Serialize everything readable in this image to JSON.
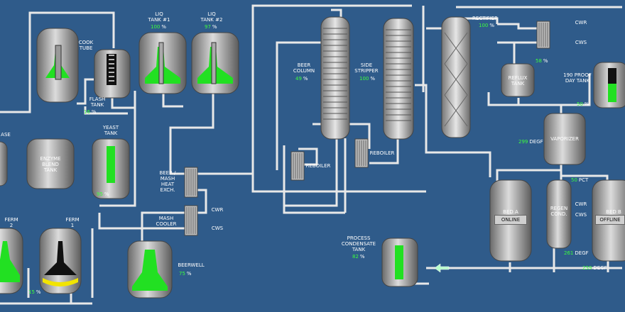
{
  "colors": {
    "background": "#2f5b8a",
    "pipe": "#e8e8e8",
    "vessel": "#a9a9a9",
    "liquid": "#33ee33",
    "value": "#3dff3d",
    "label": "#ffffff"
  },
  "vessels": {
    "cook_tube": {
      "label": "COOK\nTUBE"
    },
    "flash_tank": {
      "label": "FLASH\nTANK",
      "value": "16",
      "unit": "%"
    },
    "liq_tank_1": {
      "label": "LIQ\nTANK #1",
      "value": "100",
      "unit": "%"
    },
    "liq_tank_2": {
      "label": "LIQ\nTANK #2",
      "value": "97",
      "unit": "%"
    },
    "beer_column": {
      "label": "BEER\nCOLUMN",
      "value": "49",
      "unit": "%"
    },
    "side_stripper": {
      "label": "SIDE\nSTRIPPER",
      "value": "100",
      "unit": "%"
    },
    "rectifier": {
      "label": "RECTIFIER",
      "value": "100",
      "unit": "%"
    },
    "reflux_tank": {
      "label": "REFLUX\nTANK",
      "value": "58",
      "unit": "%"
    },
    "day_tank": {
      "label": "190 PROOF\nDAY TANK",
      "value": "50",
      "unit": "%"
    },
    "vaporizer": {
      "label": "VAPORIZER",
      "value": "299",
      "unit": "DEGF"
    },
    "enzyme_tank": {
      "label": "ENZYME\nBLEND\nTANK"
    },
    "yeast_tank": {
      "label": "YEAST\nTANK",
      "value": "95",
      "unit": "%"
    },
    "left_tank": {
      "label": "ASE"
    },
    "beer_heat_exch": {
      "label": "BEER /\nMASH\nHEAT\nEXCH."
    },
    "mash_cooler": {
      "label": "MASH\nCOOLER"
    },
    "ferm_2": {
      "label": "FERM\n2",
      "value": "15",
      "unit": "%"
    },
    "ferm_1": {
      "label": "FERM\n1"
    },
    "beerwell": {
      "label": "BEERWELL",
      "value": "75",
      "unit": "%"
    },
    "process_condensate": {
      "label": "PROCESS\nCONDENSATE\nTANK",
      "value": "82",
      "unit": "%"
    },
    "bed_a": {
      "label": "BED A",
      "status": "ONLINE"
    },
    "bed_b": {
      "label": "BED B",
      "status": "OFFLINE"
    },
    "regen_cond": {
      "label": "REGEN\nCOND.",
      "value": "261",
      "unit": "DEGF"
    },
    "bed_b_temp": {
      "value": "259",
      "unit": "DEGF"
    },
    "beds_pct": {
      "value": "50",
      "unit": "PCT"
    },
    "reboiler_1": {
      "label": "REBOILER"
    },
    "reboiler_2": {
      "label": "REBOILER"
    }
  },
  "utility_labels": {
    "cwr": "CWR",
    "cws": "CWS"
  }
}
